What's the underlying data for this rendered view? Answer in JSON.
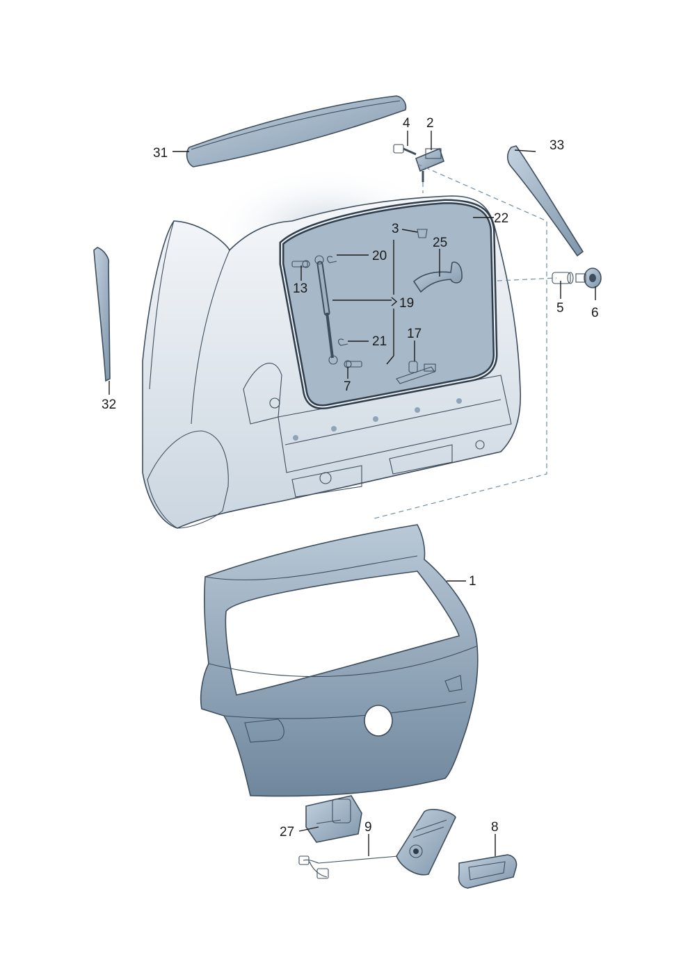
{
  "labels": {
    "p1": "1",
    "p2": "2",
    "p3": "3",
    "p4": "4",
    "p5": "5",
    "p6": "6",
    "p7": "7",
    "p8": "8",
    "p9": "9",
    "p13": "13",
    "p17": "17",
    "p19": "19",
    "p20": "20",
    "p21": "21",
    "p22": "22",
    "p25": "25",
    "p27": "27",
    "p31": "31",
    "p32": "32",
    "p33": "33"
  },
  "colors": {
    "part_fill": "#a9bccd",
    "part_fill_dark": "#7f96ab",
    "body_fill": "#eef2f6",
    "body_shadow": "#c8d3dd",
    "outline": "#3e4d5c",
    "dashed_line": "#6f8ca4"
  },
  "icons": [
    "spoiler-part",
    "hinge-part",
    "gas-strut-part",
    "tailgate-part",
    "lock-part",
    "handle-part",
    "wiring-harness-part",
    "seal-part"
  ]
}
